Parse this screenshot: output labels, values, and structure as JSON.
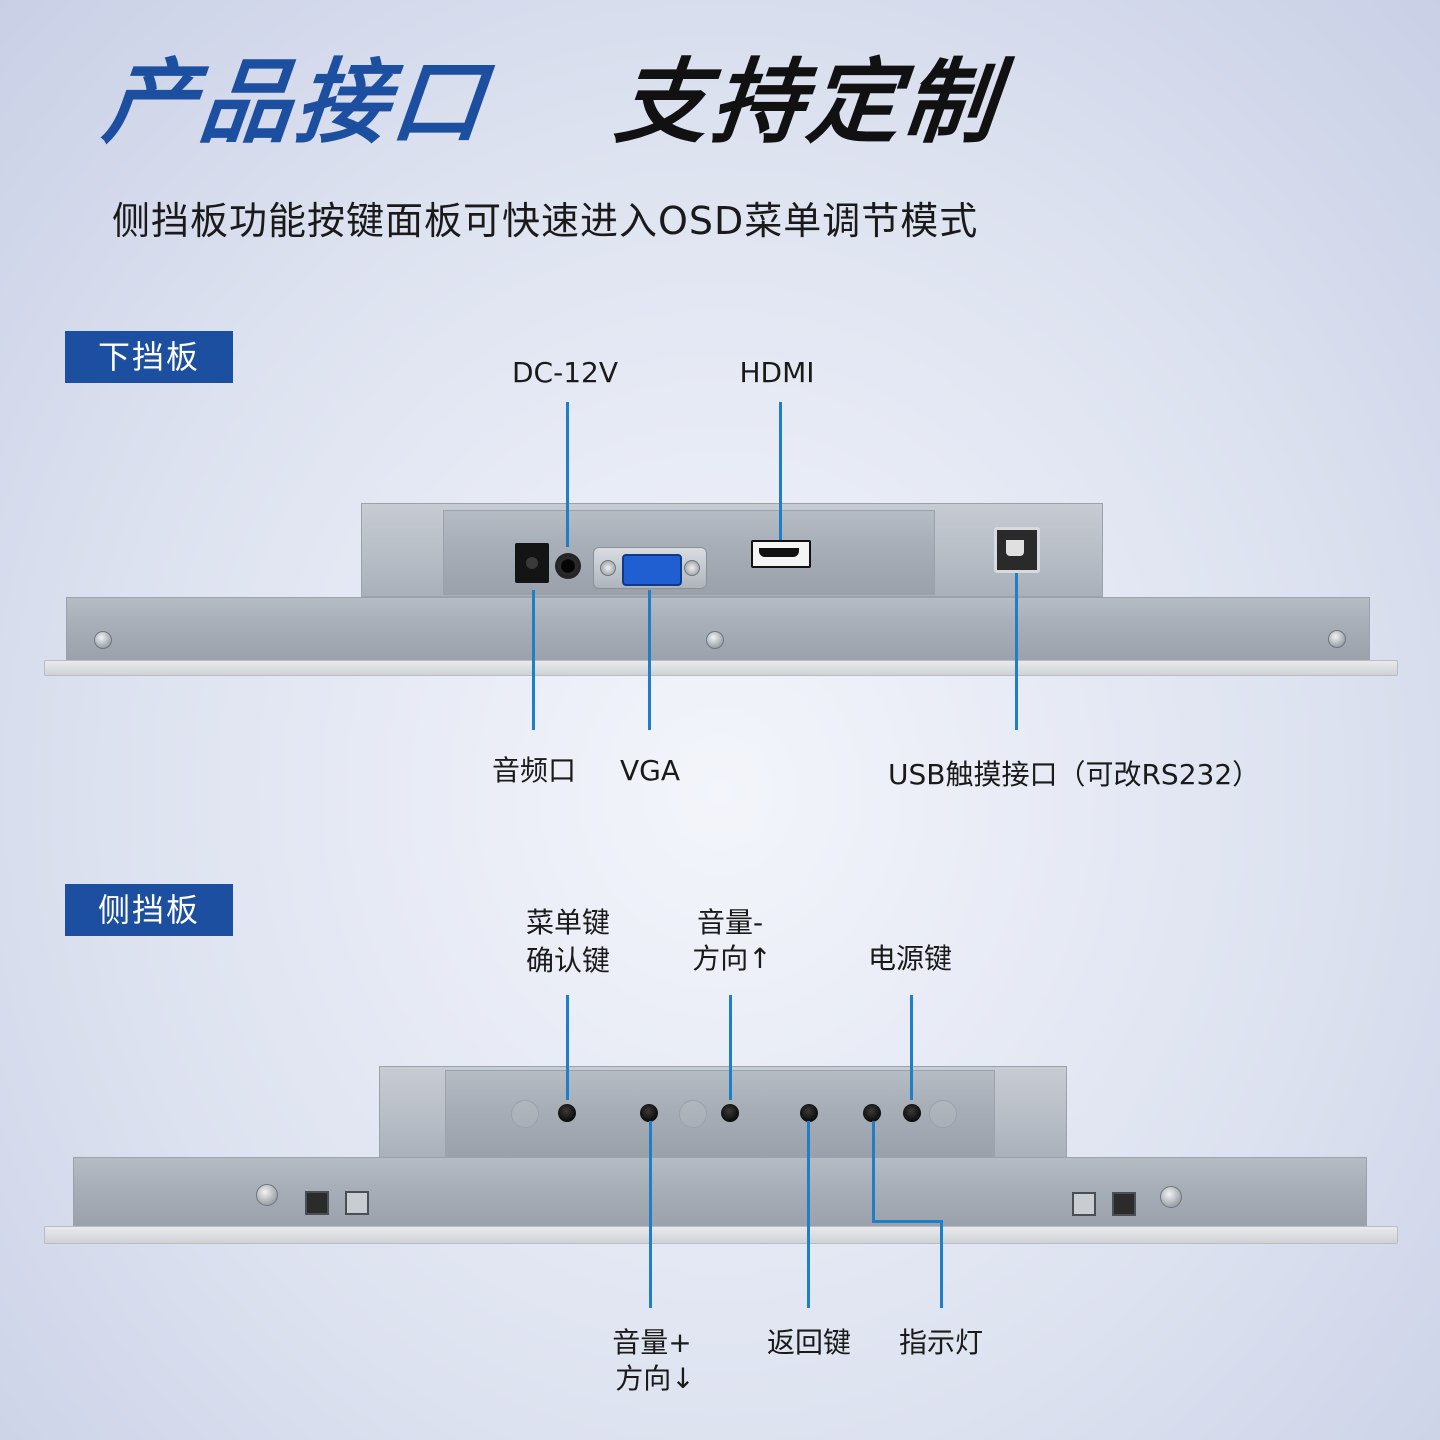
{
  "header": {
    "title_blue": "产品接口",
    "title_black": "支持定制",
    "subtitle": "侧挡板功能按键面板可快速进入OSD菜单调节模式"
  },
  "bottom_panel": {
    "tag": "下挡板",
    "labels": {
      "dc": "DC-12V",
      "hdmi": "HDMI",
      "audio": "音频口",
      "vga": "VGA",
      "usb": "USB触摸接口（可改RS232）"
    }
  },
  "side_panel": {
    "tag": "侧挡板",
    "labels": {
      "menu_line1": "菜单键",
      "menu_line2": "确认键",
      "vol_minus_line1": "音量-",
      "vol_minus_line2": "方向↑",
      "power": "电源键",
      "vol_plus_line1": "音量+",
      "vol_plus_line2": "方向↓",
      "back": "返回键",
      "indicator": "指示灯"
    }
  },
  "colors": {
    "accent_blue": "#1c4f9f",
    "leader_line": "#1d7fc8"
  }
}
